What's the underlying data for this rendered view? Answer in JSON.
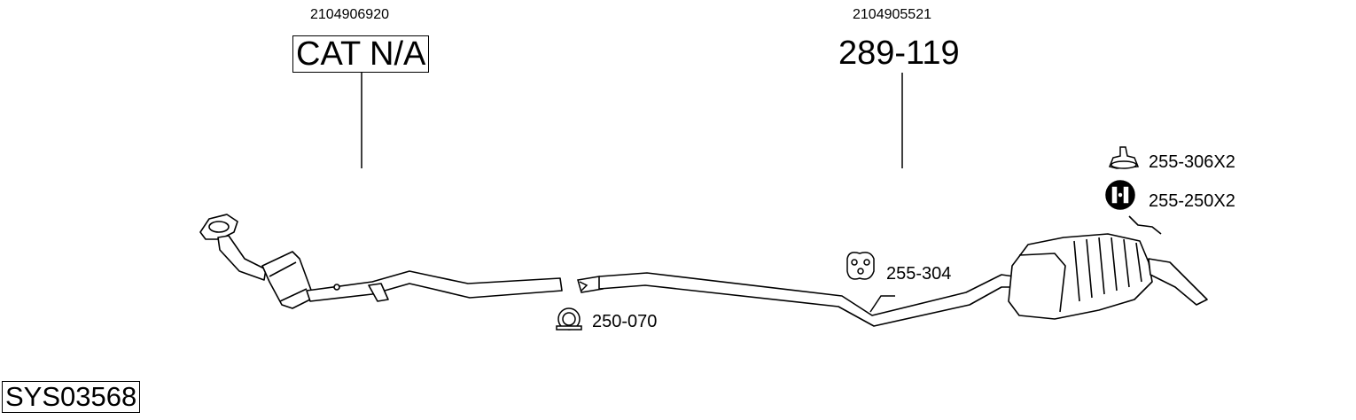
{
  "labels": {
    "oe_left": "2104906920",
    "oe_right": "2104905521",
    "cat_label": "CAT N/A",
    "main_part": "289-119",
    "clamp_part": "250-070",
    "hanger_part": "255-304",
    "rubber_mount_part": "255-306X2",
    "ring_mount_part": "255-250X2",
    "system_code": "SYS03568"
  }
}
